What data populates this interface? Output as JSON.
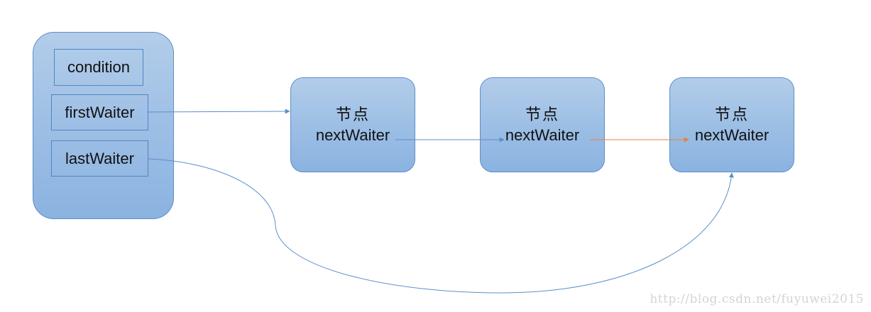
{
  "container": {
    "fields": [
      "condition",
      "firstWaiter",
      "lastWaiter"
    ]
  },
  "nodes": [
    {
      "title": "节点",
      "field": "nextWaiter"
    },
    {
      "title": "节点",
      "field": "nextWaiter"
    },
    {
      "title": "节点",
      "field": "nextWaiter"
    }
  ],
  "colors": {
    "box_fill": "#9dbfe5",
    "box_border": "#5b8fc7",
    "arrow_blue": "#5b8fc7",
    "arrow_orange": "#ed7d31"
  },
  "watermark": "http://blog.csdn.net/fuyuwei2015"
}
